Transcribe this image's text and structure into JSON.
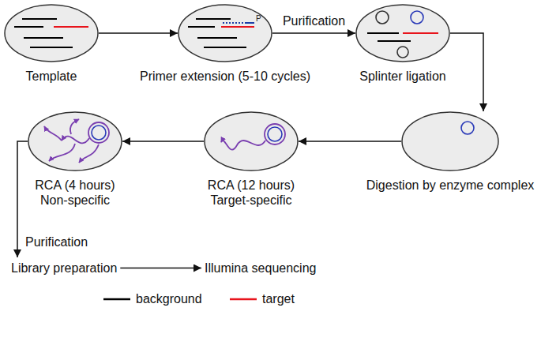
{
  "diagram": {
    "nodes": [
      {
        "text": [
          "Template"
        ]
      },
      {
        "text": [
          "Primer extension (5-10 cycles)"
        ]
      },
      {
        "text": [
          "Splinter ligation"
        ]
      },
      {
        "text": [
          "Digestion by enzyme complex"
        ]
      },
      {
        "text": [
          "RCA (12 hours) Target-specific"
        ]
      },
      {
        "text": [
          "RCA (4 hours) Non-specific"
        ]
      },
      {
        "text": [
          "Library preparation"
        ]
      },
      {
        "text": [
          "Illumina sequencing"
        ]
      }
    ],
    "edges": [
      {
        "from": 0,
        "to": 1,
        "arrow": "to"
      },
      {
        "from": 1,
        "to": 2,
        "label": "Purification",
        "arrow": "to"
      },
      {
        "from": 2,
        "to": 3,
        "arrow": "to"
      },
      {
        "from": 3,
        "to": 4,
        "arrow": "to"
      },
      {
        "from": 4,
        "to": 5,
        "arrow": "to"
      },
      {
        "from": 5,
        "to": 6,
        "label": "Purification",
        "arrow": "to"
      },
      {
        "from": 6,
        "to": 7,
        "arrow": "to"
      }
    ],
    "labels": [
      "P"
    ],
    "legend": [
      {
        "text": "background",
        "color": "#000000"
      },
      {
        "text": "target",
        "color": "#e8141c"
      }
    ]
  }
}
